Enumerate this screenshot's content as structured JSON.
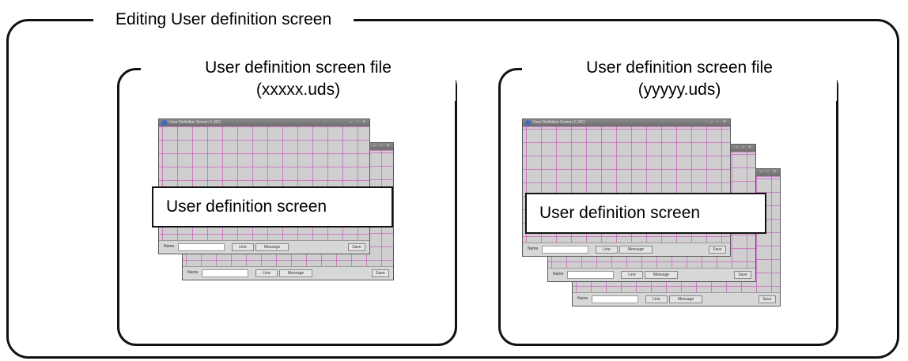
{
  "outer": {
    "title": "Editing User definition screen"
  },
  "groups": [
    {
      "title_line1": "User definition screen file",
      "title_line2": "(xxxxx.uds)",
      "overlay_label": "User definition screen"
    },
    {
      "title_line1": "User definition screen file",
      "title_line2": "(yyyyy.uds)",
      "overlay_label": "User definition screen"
    }
  ],
  "mini_window": {
    "title": "User Definition Screen 1 (4C)",
    "controls": "– ▫ ×",
    "name_label": "Name",
    "line_button": "Line",
    "message_button": "Message",
    "save_button": "Save"
  },
  "colors": {
    "frame": "#111111",
    "window_bg": "#cfcfcf",
    "grid_lines": "#c83cbe",
    "titlebar": "#6e6e6e"
  }
}
